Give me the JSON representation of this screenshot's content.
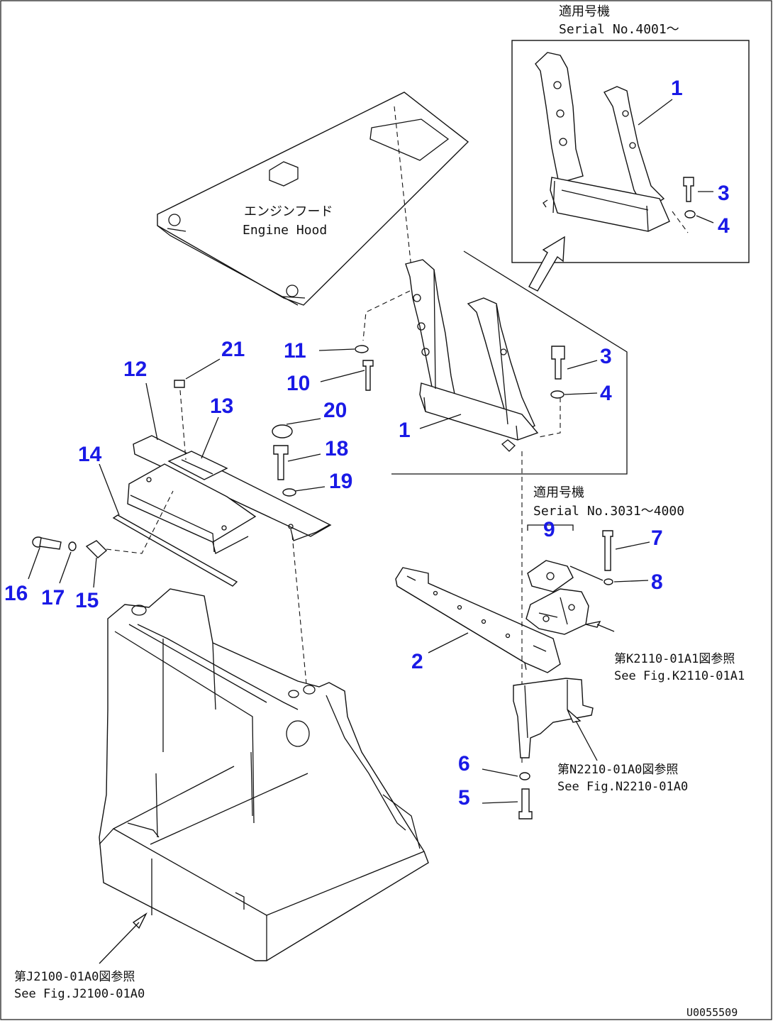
{
  "notes": {
    "inset_title_jp": "適用号機",
    "inset_serial": "Serial No.4001～",
    "mid_title_jp": "適用号機",
    "mid_serial": "Serial No.3031～4000",
    "hood_jp": "エンジンフード",
    "hood_en": "Engine Hood",
    "ref_k_jp": "第K2110-01A1図参照",
    "ref_k_en": "See Fig.K2110-01A1",
    "ref_n_jp": "第N2210-01A0図参照",
    "ref_n_en": "See Fig.N2210-01A0",
    "ref_j_jp": "第J2100-01A0図参照",
    "ref_j_en": "See Fig.J2100-01A0",
    "drawing_id": "U0055509"
  },
  "callouts": {
    "c1_inset": "1",
    "c3_inset": "3",
    "c4_inset": "4",
    "c1": "1",
    "c2": "2",
    "c3": "3",
    "c4": "4",
    "c5": "5",
    "c6": "6",
    "c7": "7",
    "c8": "8",
    "c9": "9",
    "c10": "10",
    "c11": "11",
    "c12": "12",
    "c13": "13",
    "c14": "14",
    "c15": "15",
    "c16": "16",
    "c17": "17",
    "c18": "18",
    "c19": "19",
    "c20": "20",
    "c21": "21"
  },
  "colors": {
    "callout": "#1a1ae6",
    "line": "#111111"
  }
}
